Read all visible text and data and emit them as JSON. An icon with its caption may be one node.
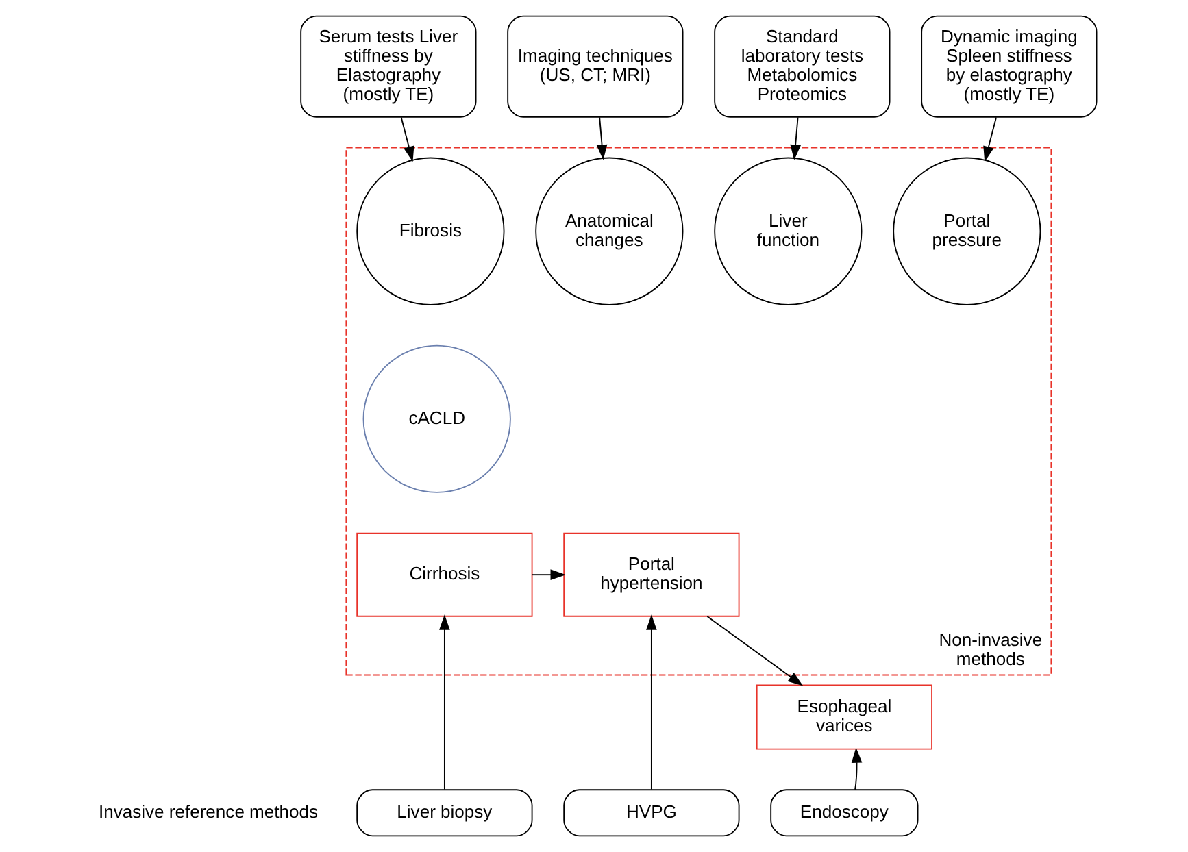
{
  "diagram": {
    "nodes": [
      {
        "text": [
          "Non-invasive methods"
        ]
      },
      {
        "text": [
          "Serum tests Liver stiffness by Elastography (mostly TE)"
        ]
      },
      {
        "text": [
          "Imaging techniques (US, CT; MRI)"
        ]
      },
      {
        "text": [
          "Standard laboratory tests Metabolomics Proteomics"
        ]
      },
      {
        "text": [
          "Dynamic imaging Spleen stiffness by elastography (mostly TE)"
        ]
      },
      {
        "text": [
          "Fibrosis"
        ],
        "in": 0
      },
      {
        "text": [
          "Anatomical changes"
        ],
        "in": 0
      },
      {
        "text": [
          "Liver function"
        ],
        "in": 0
      },
      {
        "text": [
          "Portal pressure"
        ],
        "in": 0
      },
      {
        "text": [
          "cACLD"
        ],
        "in": 0
      },
      {
        "text": [
          "Cirrhosis"
        ],
        "in": 0
      },
      {
        "text": [
          "Portal hypertension"
        ],
        "in": 0
      },
      {
        "text": [
          "Esophageal varices"
        ]
      },
      {
        "text": [
          "Liver biopsy"
        ]
      },
      {
        "text": [
          "HVPG"
        ]
      },
      {
        "text": [
          "Endoscopy"
        ]
      }
    ],
    "edges": [
      {
        "from": 1,
        "to": 5,
        "arrow": "to"
      },
      {
        "from": 2,
        "to": 6,
        "arrow": "to"
      },
      {
        "from": 3,
        "to": 7,
        "arrow": "to"
      },
      {
        "from": 4,
        "to": 8,
        "arrow": "to"
      },
      {
        "from": 10,
        "to": 11,
        "arrow": "to"
      },
      {
        "from": 11,
        "to": 12,
        "arrow": "to"
      },
      {
        "from": 13,
        "to": 10,
        "arrow": "to"
      },
      {
        "from": 14,
        "to": 11,
        "arrow": "to"
      },
      {
        "from": 15,
        "to": 12,
        "arrow": "to"
      }
    ],
    "labels": [
      "Invasive reference methods"
    ]
  }
}
